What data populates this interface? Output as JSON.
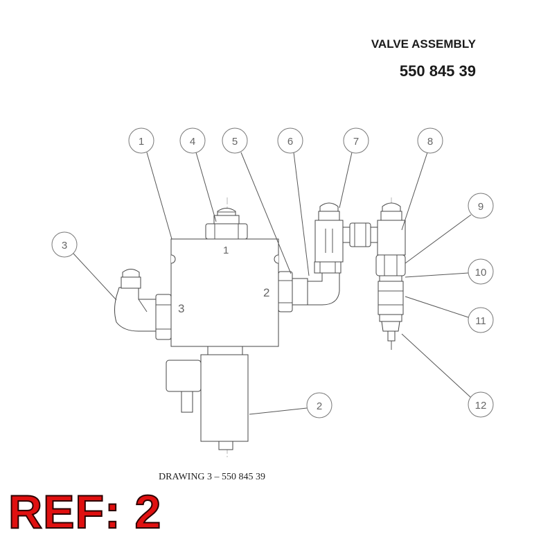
{
  "header": {
    "title": "VALVE ASSEMBLY",
    "part_number": "550 845 39"
  },
  "drawing": {
    "caption": "DRAWING 3 – 550 845 39",
    "port_labels": [
      "1",
      "2",
      "3"
    ],
    "callouts": [
      "1",
      "2",
      "3",
      "4",
      "5",
      "6",
      "7",
      "8",
      "9",
      "10",
      "11",
      "12"
    ]
  },
  "stamp": {
    "text": "REF: 2",
    "color": "#e01010"
  }
}
